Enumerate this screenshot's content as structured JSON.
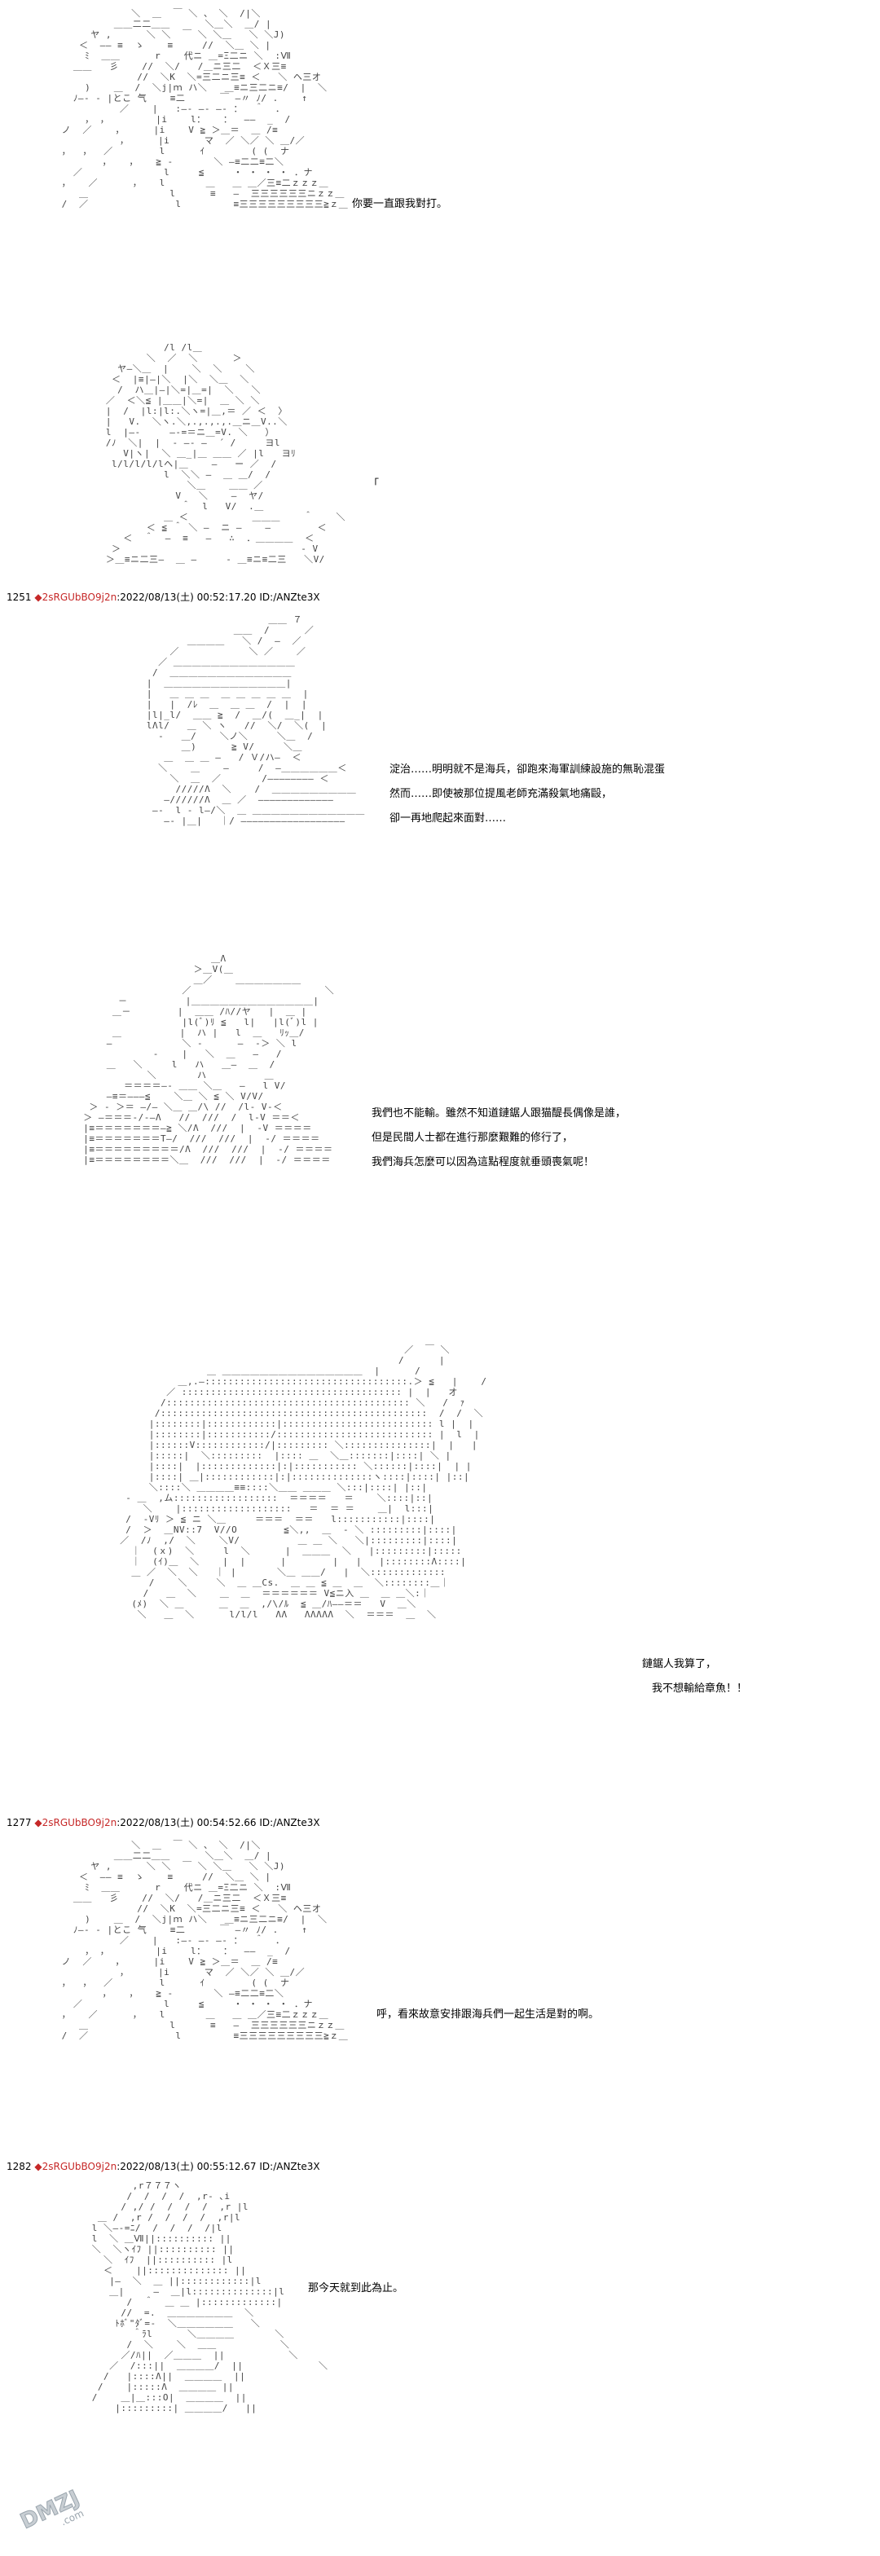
{
  "panels": [
    {
      "id": "p1",
      "dialog": [
        "你要一直跟我對打。"
      ]
    },
    {
      "id": "p2",
      "dialog": [
        "「"
      ]
    },
    {
      "id": "p3",
      "header": {
        "number": "1251",
        "trip": "◆2sRGUbBO9j2n",
        "meta": ":2022/08/13(土) 00:52:17.20 ID:/ANZte3X"
      },
      "dialog": [
        "淀治……明明就不是海兵，卻跑來海軍訓練設施的無恥混蛋",
        "然而……即使被那位提風老師充滿殺氣地痛毆，",
        "卻一再地爬起來面對……"
      ]
    },
    {
      "id": "p4",
      "dialog": [
        "我們也不能輸。雖然不知道鏈鋸人跟猫醍長偶像是誰，",
        "但是民間人士都在進行那麼艱難的修行了，",
        "我們海兵怎麼可以因為這點程度就垂頭喪氣呢！"
      ]
    },
    {
      "id": "p5",
      "dialog": [
        "鏈鋸人我算了，",
        "我不想輸給章魚！！"
      ]
    },
    {
      "id": "p6",
      "header": {
        "number": "1277",
        "trip": "◆2sRGUbBO9j2n",
        "meta": ":2022/08/13(土) 00:54:52.66 ID:/ANZte3X"
      },
      "dialog": [
        "呼，看來故意安排跟海兵們一起生活是對的啊。"
      ]
    },
    {
      "id": "p7",
      "header": {
        "number": "1282",
        "trip": "◆2sRGUbBO9j2n",
        "meta": ":2022/08/13(土) 00:55:12.67 ID:/ANZte3X"
      },
      "dialog": [
        "那今天就到此為止。"
      ]
    }
  ],
  "watermark": {
    "text": "DMZJ",
    "sub": ".com"
  }
}
